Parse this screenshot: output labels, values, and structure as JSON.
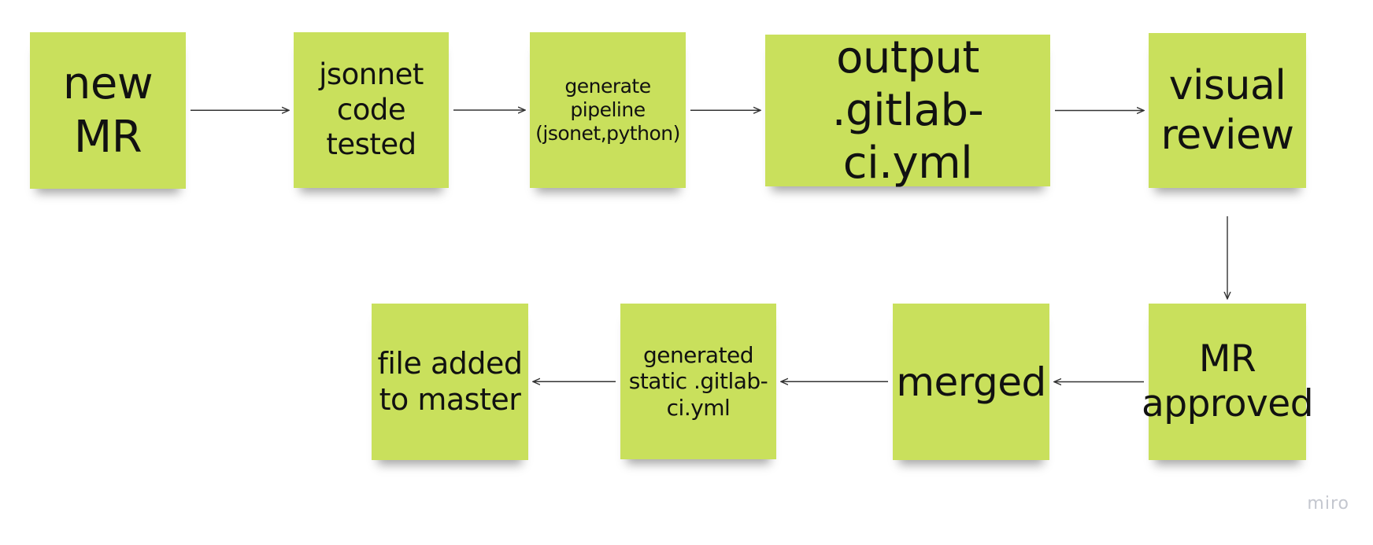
{
  "notes": [
    {
      "id": "new-mr",
      "text": "new\nMR",
      "color": "#c9e05c"
    },
    {
      "id": "jsonnet-code-tested",
      "text": "jsonnet\ncode\ntested",
      "color": "#c9e05c"
    },
    {
      "id": "generate-pipeline",
      "text": "generate\npipeline\n(jsonet,python)",
      "color": "#c9e05c"
    },
    {
      "id": "output-gitlab-ci",
      "text": "output .gitlab-\nci.yml",
      "color": "#c9e05c"
    },
    {
      "id": "visual-review",
      "text": "visual\nreview",
      "color": "#c9e05c"
    },
    {
      "id": "mr-approved",
      "text": "MR\napproved",
      "color": "#c9e05c"
    },
    {
      "id": "merged",
      "text": "merged",
      "color": "#c9e05c"
    },
    {
      "id": "generated-static-gitlab-ci",
      "text": "generated\nstatic .gitlab-\nci.yml",
      "color": "#c9e05c"
    },
    {
      "id": "file-added-to-master",
      "text": "file added\nto master",
      "color": "#c9e05c"
    }
  ],
  "edges": [
    {
      "from": "new-mr",
      "to": "jsonnet-code-tested"
    },
    {
      "from": "jsonnet-code-tested",
      "to": "generate-pipeline"
    },
    {
      "from": "generate-pipeline",
      "to": "output-gitlab-ci"
    },
    {
      "from": "output-gitlab-ci",
      "to": "visual-review"
    },
    {
      "from": "visual-review",
      "to": "mr-approved"
    },
    {
      "from": "mr-approved",
      "to": "merged"
    },
    {
      "from": "merged",
      "to": "generated-static-gitlab-ci"
    },
    {
      "from": "generated-static-gitlab-ci",
      "to": "file-added-to-master"
    }
  ],
  "watermark": "miro",
  "colors": {
    "note": "#c9e05c",
    "arrow": "#333333",
    "text": "#111111"
  }
}
